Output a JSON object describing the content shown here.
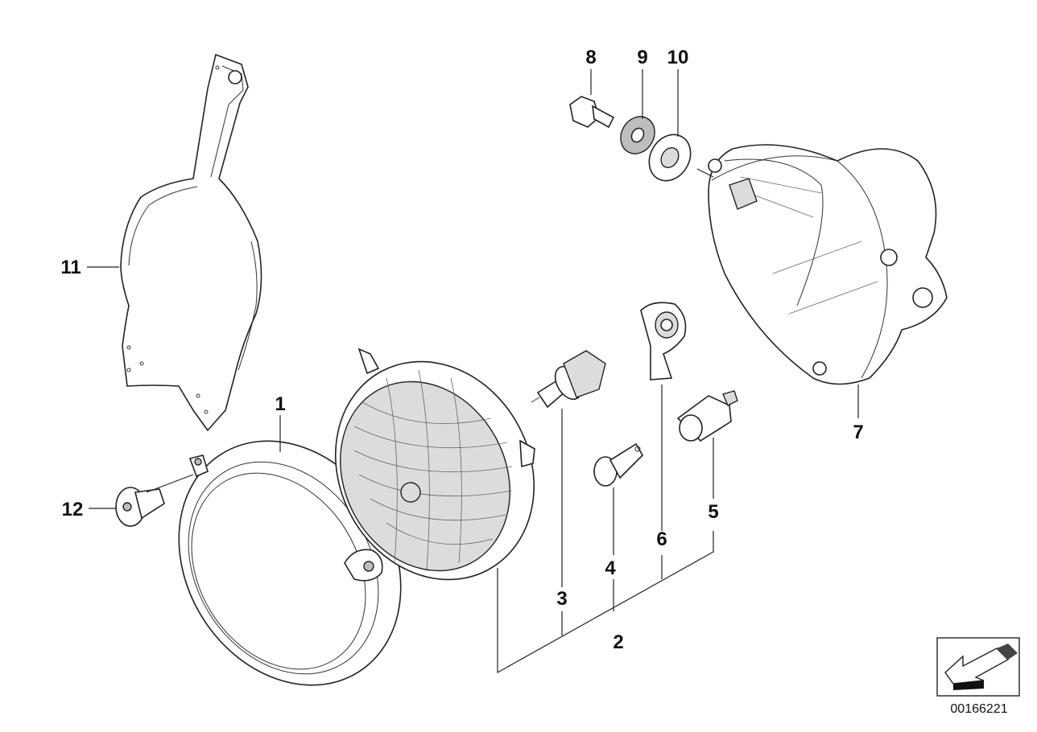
{
  "diagram": {
    "callouts": [
      {
        "id": "1",
        "label": "1"
      },
      {
        "id": "2",
        "label": "2"
      },
      {
        "id": "3",
        "label": "3"
      },
      {
        "id": "4",
        "label": "4"
      },
      {
        "id": "5",
        "label": "5"
      },
      {
        "id": "6",
        "label": "6"
      },
      {
        "id": "7",
        "label": "7"
      },
      {
        "id": "8",
        "label": "8"
      },
      {
        "id": "9",
        "label": "9"
      },
      {
        "id": "10",
        "label": "10"
      },
      {
        "id": "11",
        "label": "11"
      },
      {
        "id": "12",
        "label": "12"
      }
    ],
    "document_number": "00166221"
  }
}
